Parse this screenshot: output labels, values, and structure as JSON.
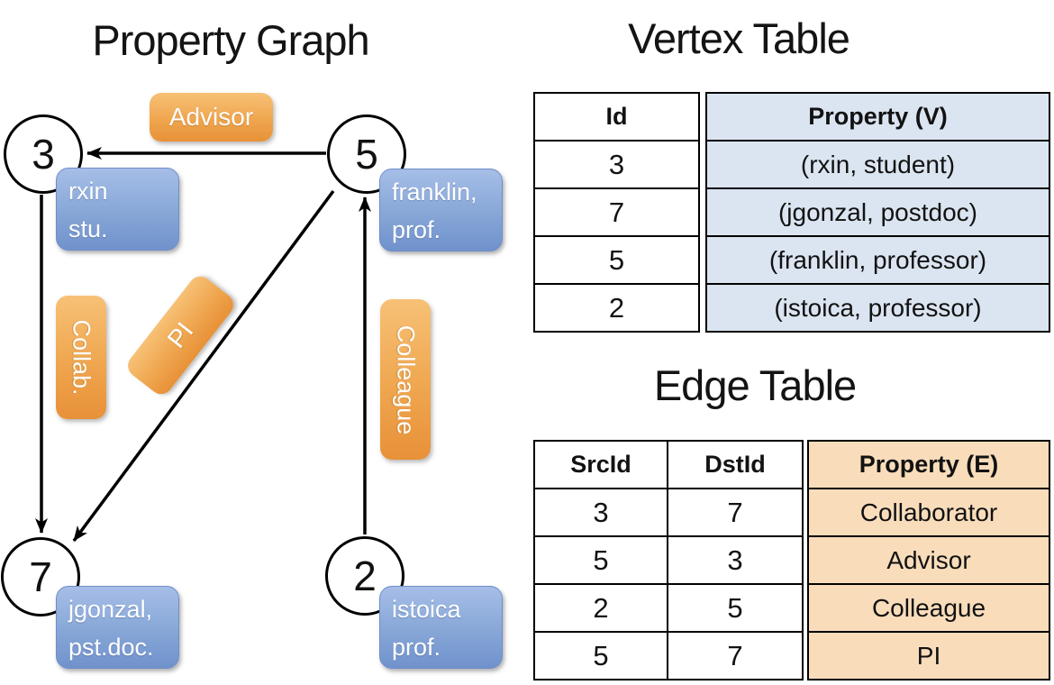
{
  "graph": {
    "title": "Property Graph",
    "nodes": [
      {
        "id": "3",
        "label": "rxin\nstu."
      },
      {
        "id": "5",
        "label": "franklin,\nprof."
      },
      {
        "id": "7",
        "label": "jgonzal,\npst.doc."
      },
      {
        "id": "2",
        "label": "istoica\nprof."
      }
    ],
    "edge_labels": {
      "advisor": "Advisor",
      "collab": "Collab.",
      "pi": "PI",
      "colleague": "Colleague"
    }
  },
  "vertex_table": {
    "title": "Vertex Table",
    "columns": {
      "id": "Id",
      "property": "Property (V)"
    },
    "rows": [
      {
        "id": "3",
        "property": "(rxin, student)"
      },
      {
        "id": "7",
        "property": "(jgonzal, postdoc)"
      },
      {
        "id": "5",
        "property": "(franklin, professor)"
      },
      {
        "id": "2",
        "property": "(istoica, professor)"
      }
    ]
  },
  "edge_table": {
    "title": "Edge Table",
    "columns": {
      "src": "SrcId",
      "dst": "DstId",
      "property": "Property (E)"
    },
    "rows": [
      {
        "src": "3",
        "dst": "7",
        "property": "Collaborator"
      },
      {
        "src": "5",
        "dst": "3",
        "property": "Advisor"
      },
      {
        "src": "2",
        "dst": "5",
        "property": "Colleague"
      },
      {
        "src": "5",
        "dst": "7",
        "property": "PI"
      }
    ]
  },
  "colors": {
    "vertex_box_blue": "#7092cc",
    "edge_pill_orange": "#efa64f",
    "vertex_table_fill": "#dbe5f1",
    "edge_table_fill": "#f9ddbb",
    "line_black": "#000000"
  }
}
